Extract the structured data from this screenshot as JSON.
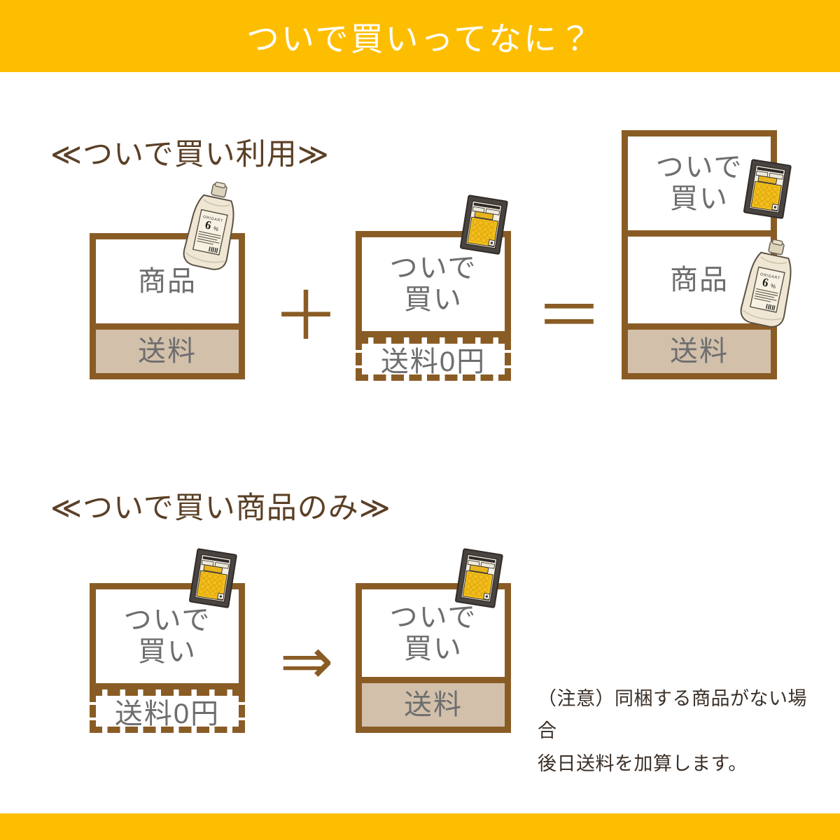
{
  "colors": {
    "accent_yellow": "#FDBE02",
    "brown": "#8A5C25",
    "heading_brown": "#5B4026",
    "tan": "#D2C0AB",
    "text_gray": "#6E6E6E",
    "note_text": "#3B3028",
    "white": "#FFFFFF",
    "frame_dark": "#4A4440",
    "pouch_cream": "#EFE7D3"
  },
  "header": {
    "title": "ついで買いってなに？"
  },
  "footer": {
    "bar_label": ""
  },
  "sections": [
    {
      "id": "tsuide-gai-riyou",
      "heading": "≪ついで買い利用≫",
      "boxes": [
        {
          "id": "box-product",
          "cells": [
            {
              "label": "商品",
              "style": "white"
            },
            {
              "label": "送料",
              "style": "tan"
            }
          ],
          "icon": "pouch-6-percent-icon"
        },
        {
          "id": "box-tsuide",
          "cells": [
            {
              "label": "ついで\n買い",
              "style": "white"
            }
          ],
          "dashed_cell": {
            "label": "送料0円"
          },
          "icon": "framed-sample-icon"
        },
        {
          "id": "box-combined",
          "cells": [
            {
              "label": "ついで\n買い",
              "style": "white"
            },
            {
              "label": "商品",
              "style": "white"
            },
            {
              "label": "送料",
              "style": "tan"
            }
          ],
          "icon_top": "framed-sample-icon",
          "icon_mid": "pouch-6-percent-icon"
        }
      ],
      "operators": [
        {
          "id": "plus",
          "glyph": "＋"
        },
        {
          "id": "equals",
          "glyph": "＝"
        }
      ]
    },
    {
      "id": "tsuide-gai-only",
      "heading": "≪ついで買い商品のみ≫",
      "boxes": [
        {
          "id": "box-only-before",
          "cells": [
            {
              "label": "ついで\n買い",
              "style": "white"
            }
          ],
          "dashed_cell": {
            "label": "送料0円"
          },
          "icon": "framed-sample-icon"
        },
        {
          "id": "box-only-after",
          "cells": [
            {
              "label": "ついで\n買い",
              "style": "white"
            },
            {
              "label": "送料",
              "style": "tan"
            }
          ],
          "icon": "framed-sample-icon"
        }
      ],
      "operators": [
        {
          "id": "arrow",
          "glyph": "⇒"
        }
      ],
      "note": "（注意）同梱する商品がない場合\n後日送料を加算します。"
    }
  ],
  "labels": {
    "shohin": "商品",
    "souryou": "送料",
    "souryou_zero": "送料0円",
    "tsuide_line1": "ついで",
    "tsuide_line2": "買い"
  },
  "icons": {
    "pouch": {
      "name": "pouch-6-percent-icon",
      "percent": "6",
      "percent_unit": "%",
      "brand_text": "ORIGART"
    },
    "framed": {
      "name": "framed-sample-icon"
    }
  }
}
